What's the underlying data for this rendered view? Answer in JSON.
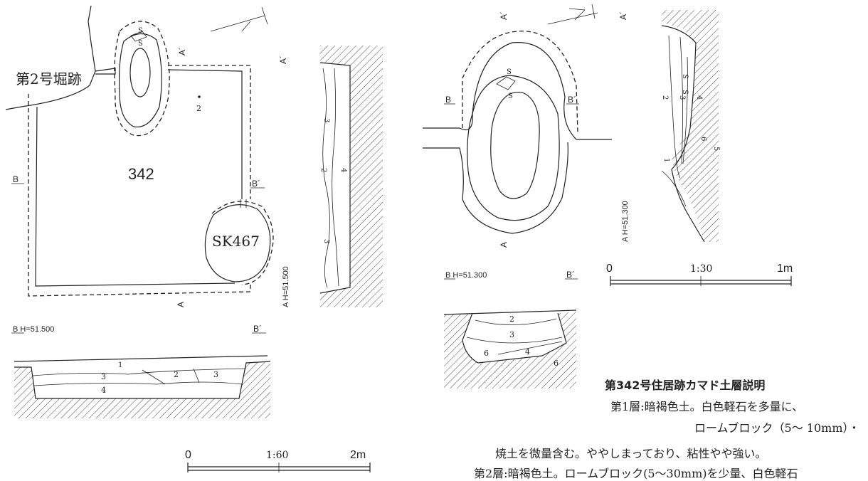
{
  "plan_left": {
    "ditch_label": "第2号堀跡",
    "house_number": "342",
    "pit_label": "SK467",
    "point_label": "2",
    "stone_mark": "S",
    "section_a_label": "A",
    "section_a_prime_label": "A´",
    "section_b_label": "B",
    "section_b_prime_label": "B´",
    "elevation_a": "A  H=51.500",
    "elevation_b": "B  H=51.500",
    "layers_vertical": [
      "3",
      "2",
      "4",
      "3"
    ],
    "layers_horizontal": [
      "1",
      "3",
      "2",
      "3",
      "4"
    ],
    "scale": {
      "start": "0",
      "ratio": "1:60",
      "end": "2m"
    }
  },
  "plan_right": {
    "stone_mark": "S",
    "section_a_label": "A",
    "section_a_prime_label": "A´",
    "section_b_label": "B",
    "section_b_prime_label": "B´",
    "elevation_a": "A  H=51.300",
    "elevation_b": "B  H=51.300",
    "layers_vertical": [
      "2",
      "3",
      "4",
      "1",
      "6",
      "5"
    ],
    "layers_horizontal": [
      "2",
      "3",
      "6",
      "4",
      "6"
    ],
    "scale": {
      "start": "0",
      "ratio": "1:30",
      "end": "1m"
    }
  },
  "legend": {
    "title": "第342号住居跡カマド土層説明",
    "line1": "第1層:暗褐色土。白色軽石を多量に、",
    "line2": "ロームブロック（5～ 10mm）・",
    "line3": "焼土を微量含む。ややしまっており、粘性やや強い。",
    "line4": "第2層:暗褐色土。ロームブロック(5～30mm)を少量、白色軽石"
  },
  "colors": {
    "ink": "#222222",
    "background": "#ffffff"
  }
}
